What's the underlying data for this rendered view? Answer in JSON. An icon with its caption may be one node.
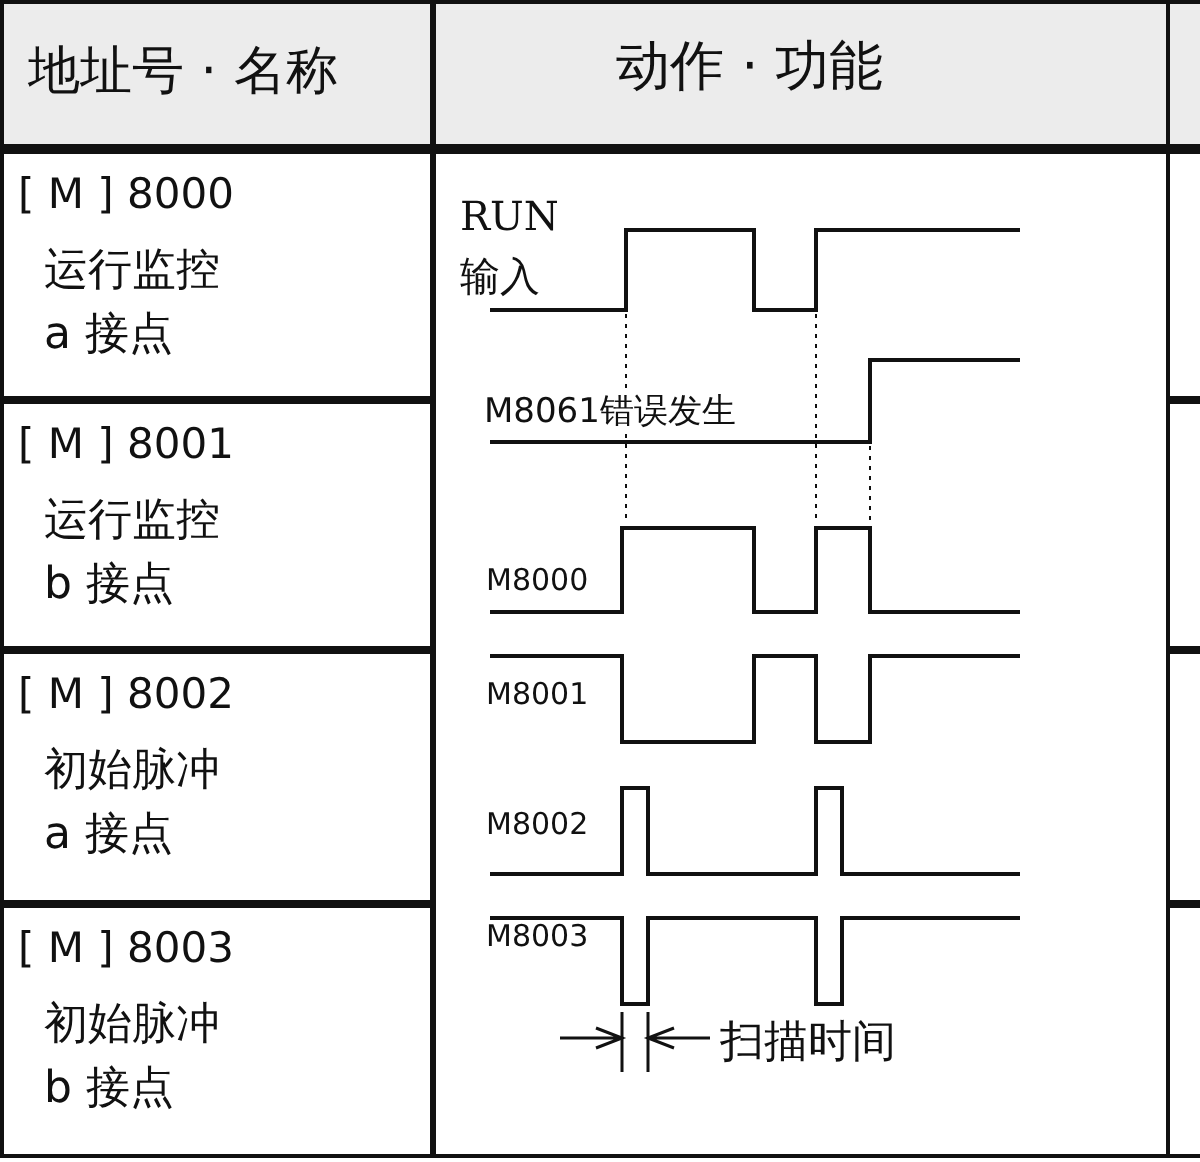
{
  "diagram": {
    "labels": [
      "地址号 · 名称",
      "动作 · 功能",
      "[ M ] 8000",
      "运行监控 a 接点",
      "[ M ] 8001",
      "运行监控 b 接点",
      "[ M ] 8002",
      "初始脉冲 a 接点",
      "[ M ] 8003",
      "初始脉冲 b 接点",
      "RUN 输入",
      "M8061错误发生",
      "M8000",
      "M8001",
      "M8002",
      "M8003",
      "扫描时间"
    ]
  }
}
